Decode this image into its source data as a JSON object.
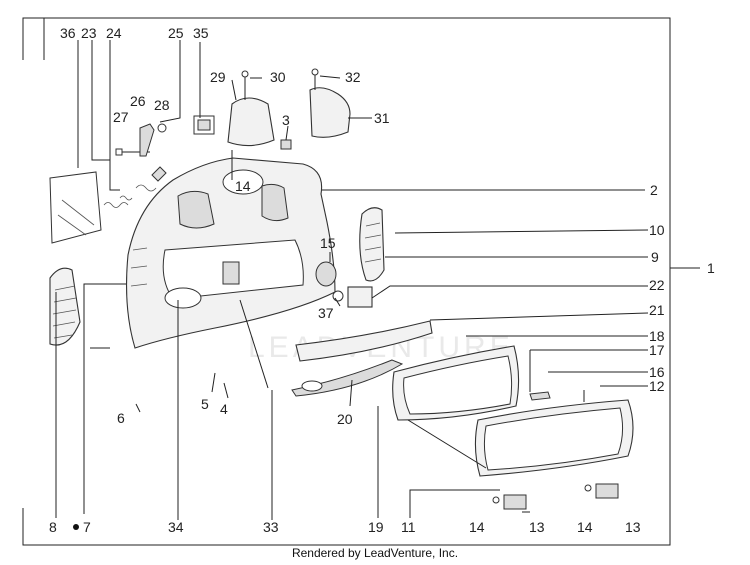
{
  "watermark": "LEADVENTURE",
  "footer": "Rendered by LeadVenture, Inc.",
  "callouts": {
    "c36": "36",
    "c23": "23",
    "c24": "24",
    "c25": "25",
    "c35": "35",
    "c29": "29",
    "c30": "30",
    "c32": "32",
    "c26": "26",
    "c28": "28",
    "c27": "27",
    "c3": "3",
    "c31": "31",
    "c14a": "14",
    "c2": "2",
    "c10": "10",
    "c15": "15",
    "c9": "9",
    "c1": "1",
    "c22": "22",
    "c37": "37",
    "c21": "21",
    "c18": "18",
    "c17": "17",
    "c16": "16",
    "c12": "12",
    "c5": "5",
    "c4": "4",
    "c6": "6",
    "c20": "20",
    "c8": "8",
    "c7": "7",
    "c34": "34",
    "c33": "33",
    "c19": "19",
    "c11": "11",
    "c14b": "14",
    "c13a": "13",
    "c14c": "14",
    "c13b": "13"
  }
}
